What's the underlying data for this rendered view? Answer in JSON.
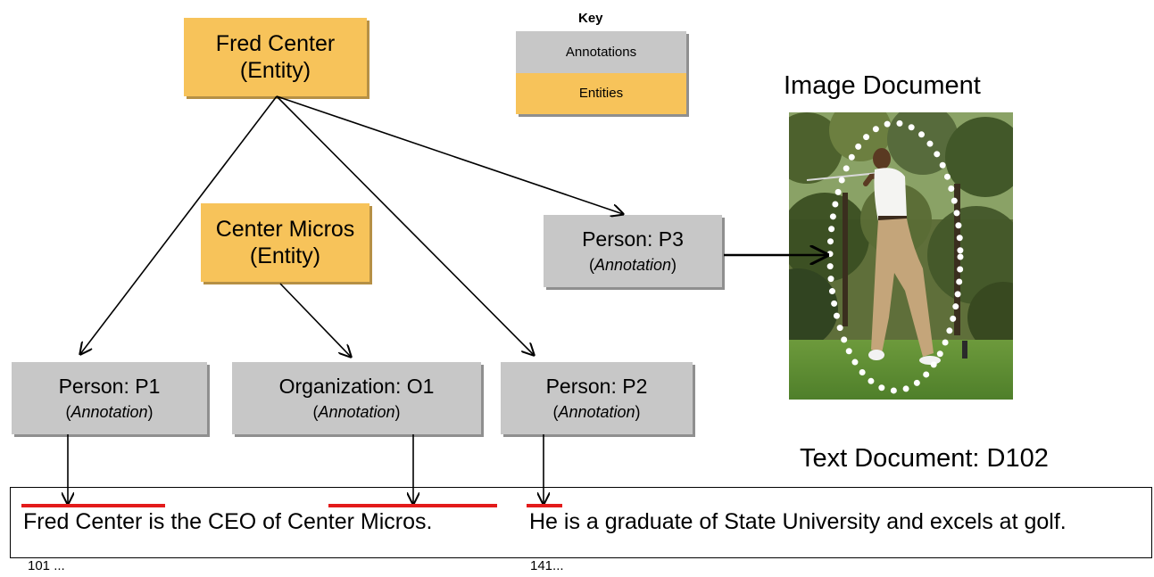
{
  "key": {
    "title": "Key",
    "annotations_label": "Annotations",
    "entities_label": "Entities"
  },
  "entities": {
    "fred_center": {
      "name": "Fred Center",
      "type": "(Entity)"
    },
    "center_micros": {
      "name": "Center Micros",
      "type": "(Entity)"
    }
  },
  "annotations": {
    "p1": {
      "label": "Person: P1",
      "type_open": "(",
      "type_word": "Annotation",
      "type_close": ")"
    },
    "o1": {
      "label": "Organization: O1",
      "type_open": "(",
      "type_word": "Annotation",
      "type_close": ")"
    },
    "p2": {
      "label": "Person: P2",
      "type_open": "(",
      "type_word": "Annotation",
      "type_close": ")"
    },
    "p3": {
      "label": "Person: P3",
      "type_open": "(",
      "type_word": "Annotation",
      "type_close": ")"
    }
  },
  "image_document": {
    "title": "Image Document"
  },
  "text_document": {
    "title": "Text Document: D102",
    "sentence_1": "Fred Center is the CEO of Center Micros.",
    "sentence_2": "He is a graduate of State University and excels at golf.",
    "offset_1": "101 ...",
    "offset_2": "141..."
  },
  "colors": {
    "entity_fill": "#f7c35a",
    "annotation_fill": "#c7c7c7",
    "mention_underline": "#e31b1b"
  }
}
